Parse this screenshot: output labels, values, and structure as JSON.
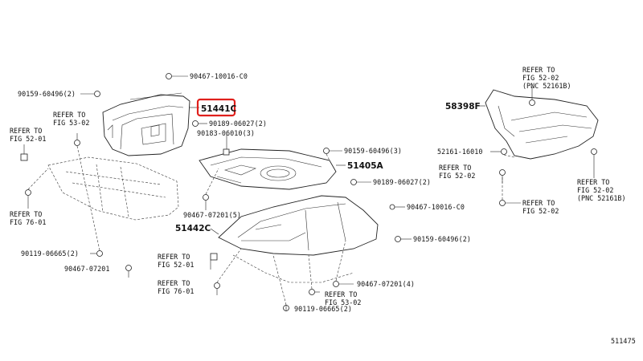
{
  "labels": {
    "l1": "90467-10016-C0",
    "l2": "90159-60496(2)",
    "l3": "51441C",
    "l4": "90189-06027(2)",
    "l5": "90183-06010(3)",
    "l6": "90159-60496(3)",
    "l7": "51405A",
    "l8": "90189-06027(2)",
    "l9": "90467-10016-C0",
    "l10": "90467-07201(5)",
    "l11": "51442C",
    "l12": "90159-60496(2)",
    "l13": "90119-06665(2)",
    "l14": "90467-07201",
    "l15": "90467-07201(4)",
    "l16": "90119-06665(2)",
    "l17": "58398F",
    "l18": "52161-16010",
    "l19": "511475"
  },
  "refers": {
    "r1": [
      "REFER TO",
      "FIG 53-02"
    ],
    "r2": [
      "REFER TO",
      "FIG 52-01"
    ],
    "r3": [
      "REFER TO",
      "FIG 76-01"
    ],
    "r4": [
      "REFER TO",
      "FIG 52-01"
    ],
    "r5": [
      "REFER TO",
      "FIG 76-01"
    ],
    "r6": [
      "REFER TO",
      "FIG 53-02"
    ],
    "r7": [
      "REFER TO",
      "FIG 52-02",
      "(PNC 52161B)"
    ],
    "r8": [
      "REFER TO",
      "FIG 52-02"
    ],
    "r9": [
      "REFER TO",
      "FIG 52-02"
    ],
    "r10": [
      "REFER TO",
      "FIG 52-02",
      "(PNC 52161B)"
    ]
  },
  "highlight": {
    "part": "51441C",
    "color": "#e0201c"
  }
}
